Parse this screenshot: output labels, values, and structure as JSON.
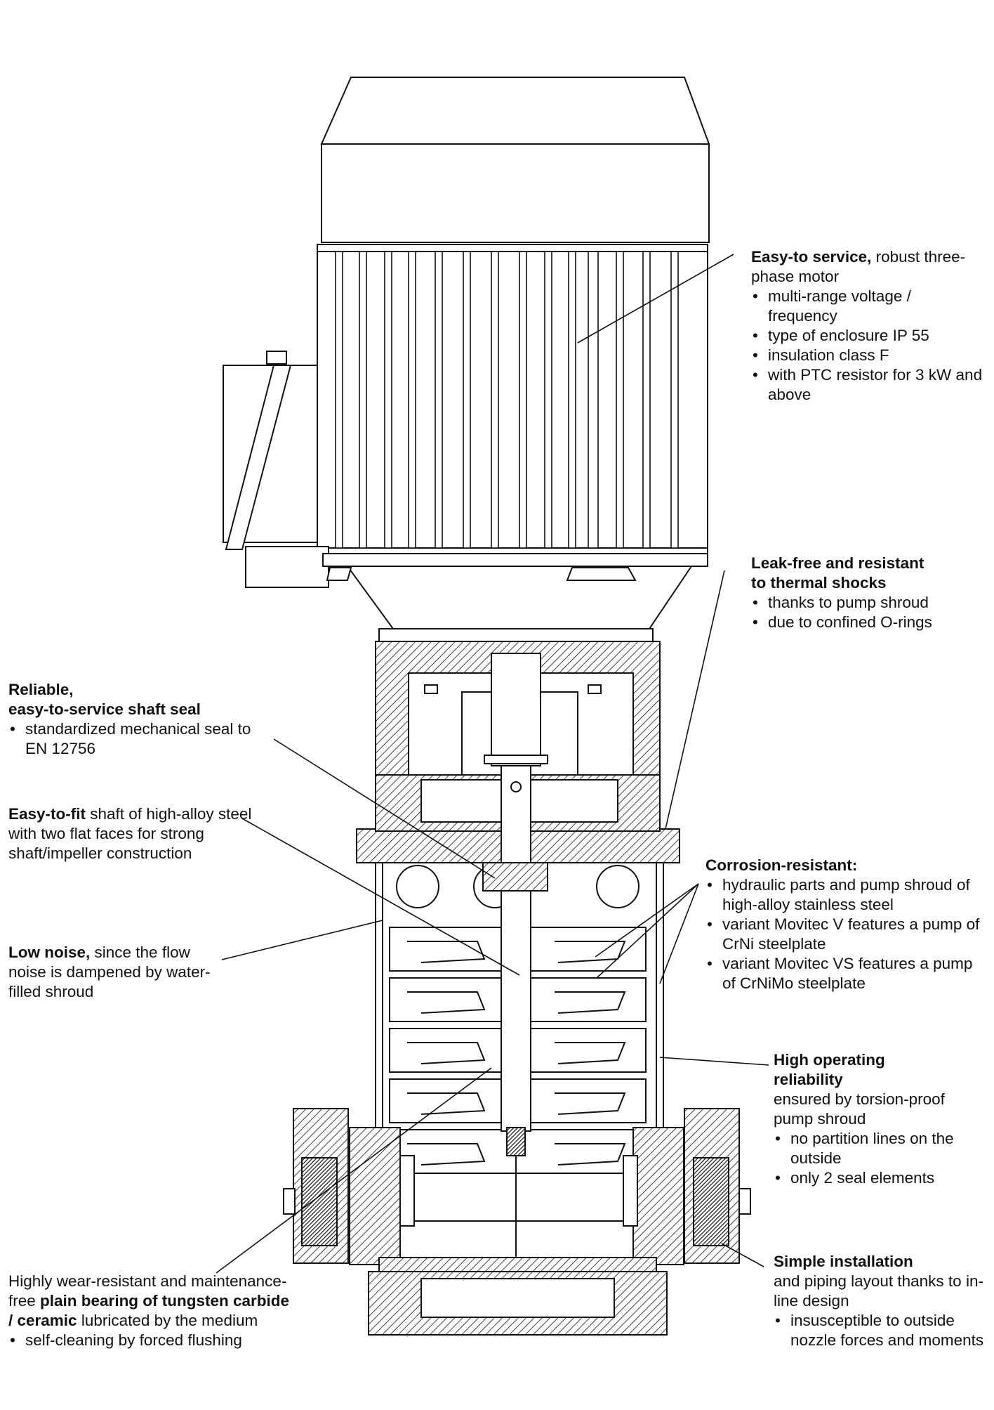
{
  "notes": {
    "motor": {
      "lead_bold": "Easy-to service,",
      "lead_rest": " robust three-phase motor",
      "bullets": [
        "multi-range voltage / frequency",
        "type of enclosure IP 55",
        "insulation class F",
        "with PTC resistor for 3 kW and above"
      ]
    },
    "leakfree": {
      "title_line1": "Leak-free and resistant",
      "title_line2": "to thermal shocks",
      "bullets": [
        "thanks to pump shroud",
        "due to confined O-rings"
      ]
    },
    "shaftseal": {
      "title_line1": "Reliable,",
      "title_line2": "easy-to-service shaft seal",
      "bullets": [
        "standardized mechanical seal to EN 12756"
      ]
    },
    "shaft": {
      "lead_bold": "Easy-to-fit",
      "lead_rest": " shaft of high-alloy steel with two flat faces for strong shaft/impeller construction"
    },
    "corrosion": {
      "title": "Corrosion-resistant:",
      "bullets": [
        "hydraulic parts and pump shroud of high-alloy stainless steel",
        "variant Movitec V features a pump of CrNi steelplate",
        "variant Movitec VS features a pump of CrNiMo steelplate"
      ]
    },
    "noise": {
      "lead_bold": "Low noise,",
      "lead_rest": " since the flow noise is dampened by water-filled shroud"
    },
    "reliability": {
      "title_line1": "High operating",
      "title_line2": "reliability",
      "body": "ensured by torsion-proof pump shroud",
      "bullets": [
        "no partition lines on the outside",
        "only 2 seal elements"
      ]
    },
    "installation": {
      "title": "Simple installation",
      "body": "and piping layout thanks to in-line design",
      "bullets": [
        "insusceptible to outside nozzle forces and moments"
      ]
    },
    "bearing": {
      "pre": "Highly wear-resistant and maintenance-free ",
      "bold": "plain bearing of tungsten carbide / ceramic",
      "post": " lubricated by the medium",
      "bullets": [
        "self-cleaning by forced flushing"
      ]
    }
  },
  "colors": {
    "ink": "#111111",
    "paper": "#ffffff"
  }
}
